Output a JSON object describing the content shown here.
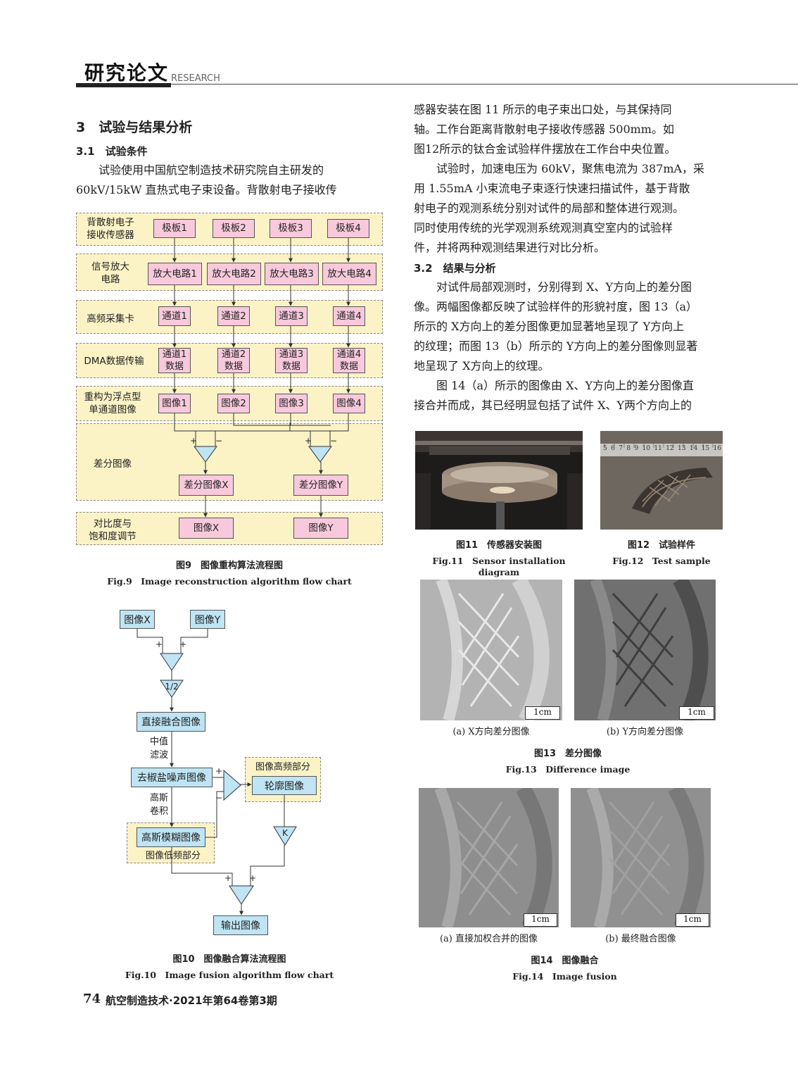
{
  "header": {
    "title": "研究论文",
    "subtitle": "RESEARCH"
  },
  "section3": {
    "heading": "3　试验与结果分析"
  },
  "sec31": {
    "heading": "3.1　试验条件",
    "lines": [
      "试验使用中国航空制造技术研究院自主研发的",
      "60kV/15kW 直热式电子束设备。背散射电子接收传"
    ]
  },
  "right_top": {
    "lines": [
      "感器安装在图 11 所示的电子束出口处，与其保持同",
      "轴。工作台距离背散射电子接收传感器 500mm。如",
      "图12所示的钛合金试验样件摆放在工作台中央位置。",
      "　　试验时，加速电压为 60kV，聚焦电流为 387mA，采",
      "用 1.55mA 小束流电子束逐行快速扫描试件，基于背散",
      "射电子的观测系统分别对试件的局部和整体进行观测。",
      "同时使用传统的光学观测系统观测真空室内的试验样",
      "件，并将两种观测结果进行对比分析。"
    ]
  },
  "sec32": {
    "heading": "3.2　结果与分析",
    "lines": [
      "　　对试件局部观测时，分别得到 X、Y方向上的差分图",
      "像。两幅图像都反映了试验样件的形貌衬度，图 13（a）",
      "所示的 X方向上的差分图像更加显著地呈现了 Y方向上",
      "的纹理；而图 13（b）所示的 Y方向上的差分图像则显著",
      "地呈现了 X方向上的纹理。",
      "　　图 14（a）所示的图像由 X、Y方向上的差分图像直",
      "接合并而成，其已经明显包括了试件 X、Y两个方向上的"
    ]
  },
  "fig9": {
    "rows": [
      {
        "label": "背散射电子\n接收传感器",
        "boxes": [
          "极板1",
          "极板2",
          "极板3",
          "极板4"
        ]
      },
      {
        "label": "信号放大\n电路",
        "boxes": [
          "放大电路1",
          "放大电路2",
          "放大电路3",
          "放大电路4"
        ]
      },
      {
        "label": "高频采集卡",
        "boxes": [
          "通道1",
          "通道2",
          "通道3",
          "通道4"
        ]
      },
      {
        "label": "DMA数据传输",
        "boxes": [
          "通道1\n数据",
          "通道2\n数据",
          "通道3\n数据",
          "通道4\n数据"
        ]
      },
      {
        "label": "重构为浮点型\n单通道图像",
        "boxes": [
          "图像1",
          "图像2",
          "图像3",
          "图像4"
        ]
      }
    ],
    "diff_label": "差分图像",
    "diff_boxes": [
      "差分图像X",
      "差分图像Y"
    ],
    "adjust_label": "对比度与\n饱和度调节",
    "adjust_boxes": [
      "图像X",
      "图像Y"
    ],
    "plus": "+",
    "minus": "−",
    "caption_cn": "图9　图像重构算法流程图",
    "caption_en": "Fig.9　Image reconstruction algorithm flow chart"
  },
  "fig10": {
    "imgx": "图像X",
    "imgy": "图像Y",
    "half": "1/2",
    "direct": "直接融合图像",
    "median": "中值\n滤波",
    "denoise": "去椒盐噪声图像",
    "gauss_conv": "高斯\n卷积",
    "blur": "高斯模糊图像",
    "low": "图像低频部分",
    "high": "图像高频部分",
    "contour": "轮廓图像",
    "k": "K",
    "output": "输出图像",
    "plus": "+",
    "minus": "−",
    "caption_cn": "图10　图像融合算法流程图",
    "caption_en": "Fig.10　Image fusion algorithm flow chart"
  },
  "fig11": {
    "caption_cn": "图11　传感器安装图",
    "caption_en": "Fig.11　Sensor installation diagram"
  },
  "fig12": {
    "caption_cn": "图12　试验样件",
    "caption_en": "Fig.12　Test sample",
    "ruler": [
      "5",
      "6",
      "7",
      "8",
      "9",
      "10",
      "11",
      "12",
      "13",
      "14",
      "15",
      "16"
    ]
  },
  "fig13": {
    "sub_a": "(a) X方向差分图像",
    "sub_b": "(b) Y方向差分图像",
    "scale": "1cm",
    "caption_cn": "图13　差分图像",
    "caption_en": "Fig.13　Difference image"
  },
  "fig14": {
    "sub_a": "(a) 直接加权合并的图像",
    "sub_b": "(b) 最终融合图像",
    "scale": "1cm",
    "caption_cn": "图14　图像融合",
    "caption_en": "Fig.14　Image fusion"
  },
  "footer": {
    "page": "74",
    "journal": "航空制造技术·2021年第64卷第3期"
  }
}
